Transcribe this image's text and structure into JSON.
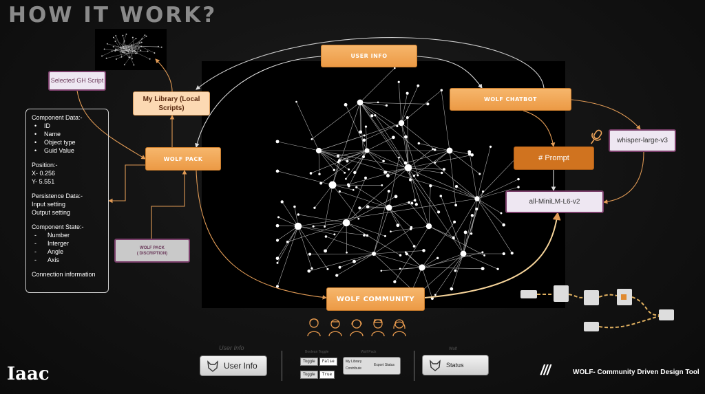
{
  "title": "HOW IT WORK?",
  "nodes": {
    "user_info": "USER INFO",
    "wolf_chatbot": "WOLF CHATBOT",
    "wolf_pack": "WOLF PACK",
    "wolf_community": "WOLF COMMUNITY",
    "prompt": "# Prompt",
    "my_library": "My Library (Local Scripts)",
    "selected_gh": "Selected GH Script",
    "whisper": "whisper-large-v3",
    "minilm": "all-MiniLM-L6-v2",
    "wolf_pack_desc_line1": "WOLF PACK",
    "wolf_pack_desc_line2": "( DISCRIPTION)"
  },
  "component_card": {
    "data_title": "Component Data:-",
    "data_items": [
      "ID",
      "Name",
      "Object type",
      "Guid Value"
    ],
    "position_title": "Position:-",
    "position_x": "X- 0.256",
    "position_y": "Y- 5.551",
    "persistence_title": "Persistence Data:-",
    "persistence_items": [
      "Input setting",
      "Output setting"
    ],
    "state_title": "Component State:-",
    "state_items": [
      "Number",
      "Interger",
      "Angle",
      "Axis"
    ],
    "connection": "Connection information"
  },
  "footer": {
    "user_info_label": "User Info",
    "user_info_component": "User Info",
    "toggle_label": "Boolean Toggle",
    "toggle1_name": "Toggle",
    "toggle1_value": "False",
    "toggle2_name": "Toggle",
    "toggle2_value": "True",
    "wolf_pack_label": "Wolf Pack",
    "my_library": "My Library",
    "contribute": "Contribute",
    "export_status": "Export Status",
    "wolf_label": "Wolf",
    "status_component": "Status",
    "logo": "Iaac",
    "slashes": "///",
    "tagline": "WOLF- Community Driven Design Tool"
  },
  "colors": {
    "orange": "#ec9a45",
    "dark_orange": "#d0731f",
    "light_orange": "#fcd9b3",
    "lavender": "#eee7f2",
    "purple_border": "#7a3e6a",
    "background": "#121212"
  }
}
